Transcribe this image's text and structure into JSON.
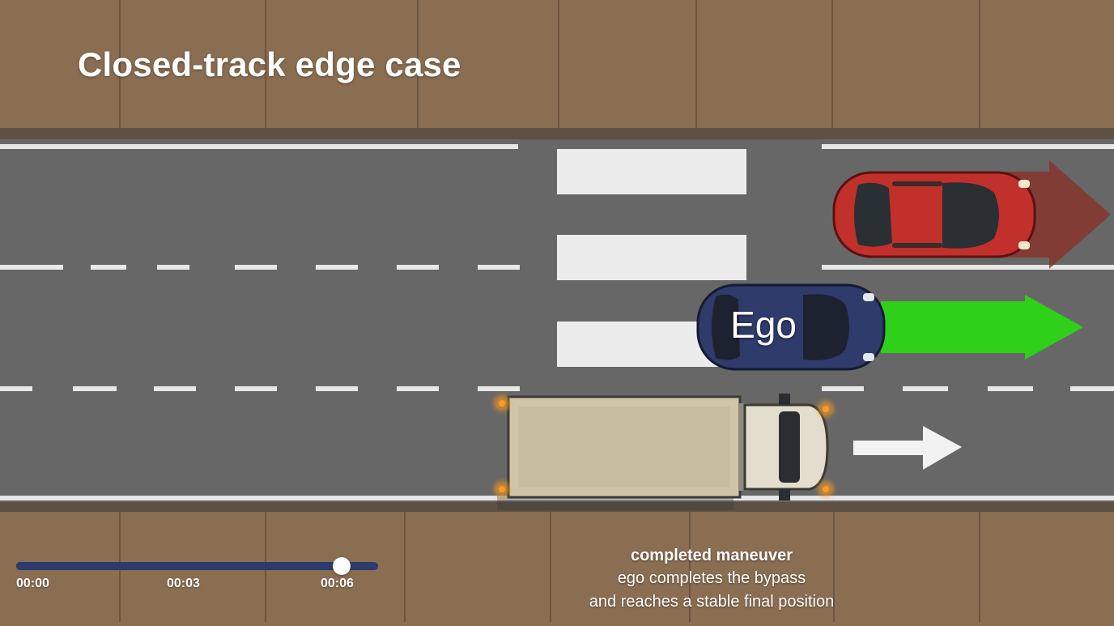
{
  "scene": {
    "title": "Closed-track edge case",
    "ego_label": "Ego",
    "colors": {
      "ego_car": "#2f3b6a",
      "red_car": "#c2302b",
      "ego_arrow": "#2ed019",
      "red_arrow": "#8a2e25",
      "truck_arrow": "#f2f2f2",
      "hazard_light": "#ff9a1a"
    },
    "icons": [
      "truck-icon",
      "car-icon",
      "direction-arrow-icon"
    ]
  },
  "timeline": {
    "progress_fraction": 0.9,
    "ticks": [
      "00:00",
      "00:03",
      "00:06"
    ]
  },
  "caption": {
    "title": "completed maneuver",
    "lines": [
      "ego completes the bypass",
      "and reaches a stable final position"
    ]
  }
}
